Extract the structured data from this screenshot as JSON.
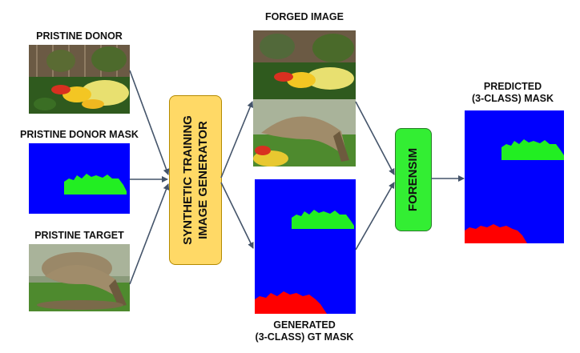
{
  "labels": {
    "pristine_donor": "PRISTINE DONOR",
    "pristine_donor_mask": "PRISTINE DONOR MASK",
    "pristine_target": "PRISTINE TARGET",
    "forged_image": "FORGED IMAGE",
    "generated_mask_line1": "GENERATED",
    "generated_mask_line2": "(3-CLASS) GT MASK",
    "predicted_mask_line1": "PREDICTED",
    "predicted_mask_line2": "(3-CLASS) MASK"
  },
  "generator": {
    "line1": "SYNTHETIC TRAINING",
    "line2": "IMAGE GENERATOR",
    "color": "#ffd966"
  },
  "forensim": {
    "label": "FORENSIM",
    "color": "#33ee33"
  },
  "colors": {
    "mask_background": "#0000ff",
    "mask_donor_region": "#22ee22",
    "mask_target_region": "#ff0000",
    "arrow": "#44546a"
  }
}
